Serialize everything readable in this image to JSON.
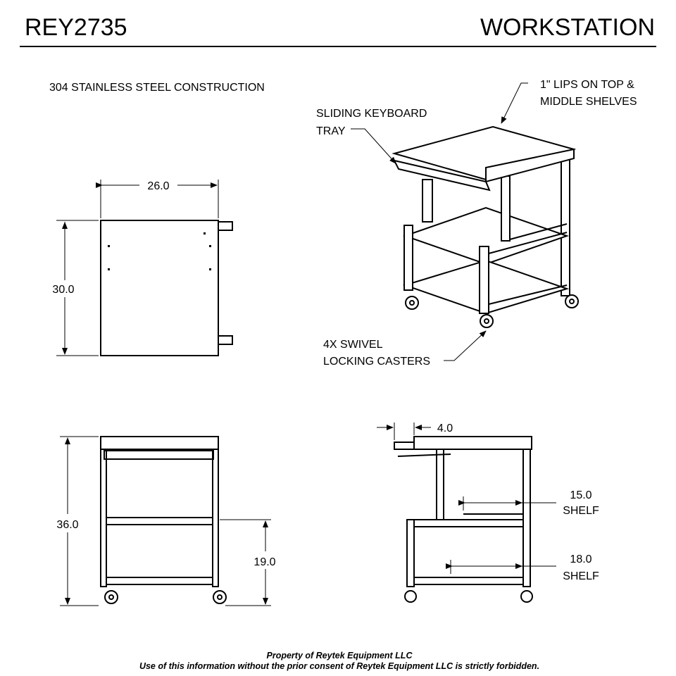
{
  "header": {
    "model": "REY2735",
    "title": "WORKSTATION"
  },
  "notes": {
    "construction": "304 STAINLESS STEEL CONSTRUCTION",
    "lips_line1": "1\" LIPS ON TOP &",
    "lips_line2": "MIDDLE SHELVES",
    "tray_line1": "SLIDING KEYBOARD",
    "tray_line2": "TRAY",
    "casters_line1": "4X SWIVEL",
    "casters_line2": "LOCKING CASTERS"
  },
  "dimensions": {
    "top_width": "26.0",
    "top_depth": "30.0",
    "front_height": "36.0",
    "shelf_height": "19.0",
    "tray_offset": "4.0",
    "middle_shelf": "15.0",
    "middle_shelf_label": "SHELF",
    "bottom_shelf": "18.0",
    "bottom_shelf_label": "SHELF"
  },
  "footer": {
    "line1": "Property of Reytek Equipment LLC",
    "line2": "Use of this information without the prior consent of Reytek Equipment LLC is strictly forbidden."
  }
}
